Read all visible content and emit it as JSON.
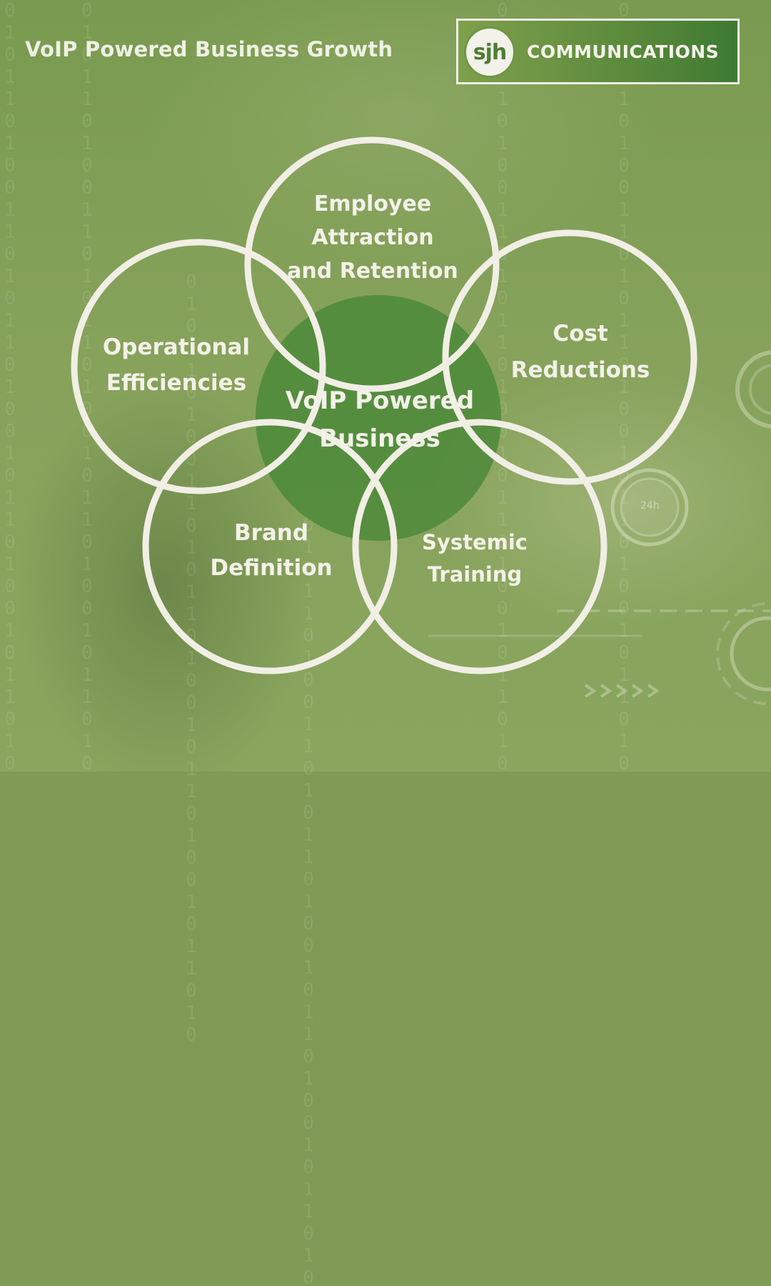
{
  "header": {
    "title": "VoIP Powered Business Growth"
  },
  "logo": {
    "mark": "sjh",
    "name": "COMMUNICATIONS"
  },
  "colors": {
    "ring": "#f1efe5",
    "center_fill": "#4f8a3b",
    "text": "#f3f1e8"
  },
  "diagram": {
    "center": {
      "lines": [
        "VoIP Powered",
        "Business"
      ]
    },
    "petals": [
      {
        "id": "employee",
        "lines": [
          "Employee",
          "Attraction",
          "and Retention"
        ]
      },
      {
        "id": "cost",
        "lines": [
          "Cost",
          "Reductions"
        ]
      },
      {
        "id": "systemic",
        "lines": [
          "Systemic",
          "Training"
        ]
      },
      {
        "id": "brand",
        "lines": [
          "Brand",
          "Definition"
        ]
      },
      {
        "id": "operational",
        "lines": [
          "Operational",
          "Efficiencies"
        ]
      }
    ]
  },
  "decor": {
    "badge_text": "24h",
    "digit_stream": "010110100110101101001011010010110101"
  }
}
